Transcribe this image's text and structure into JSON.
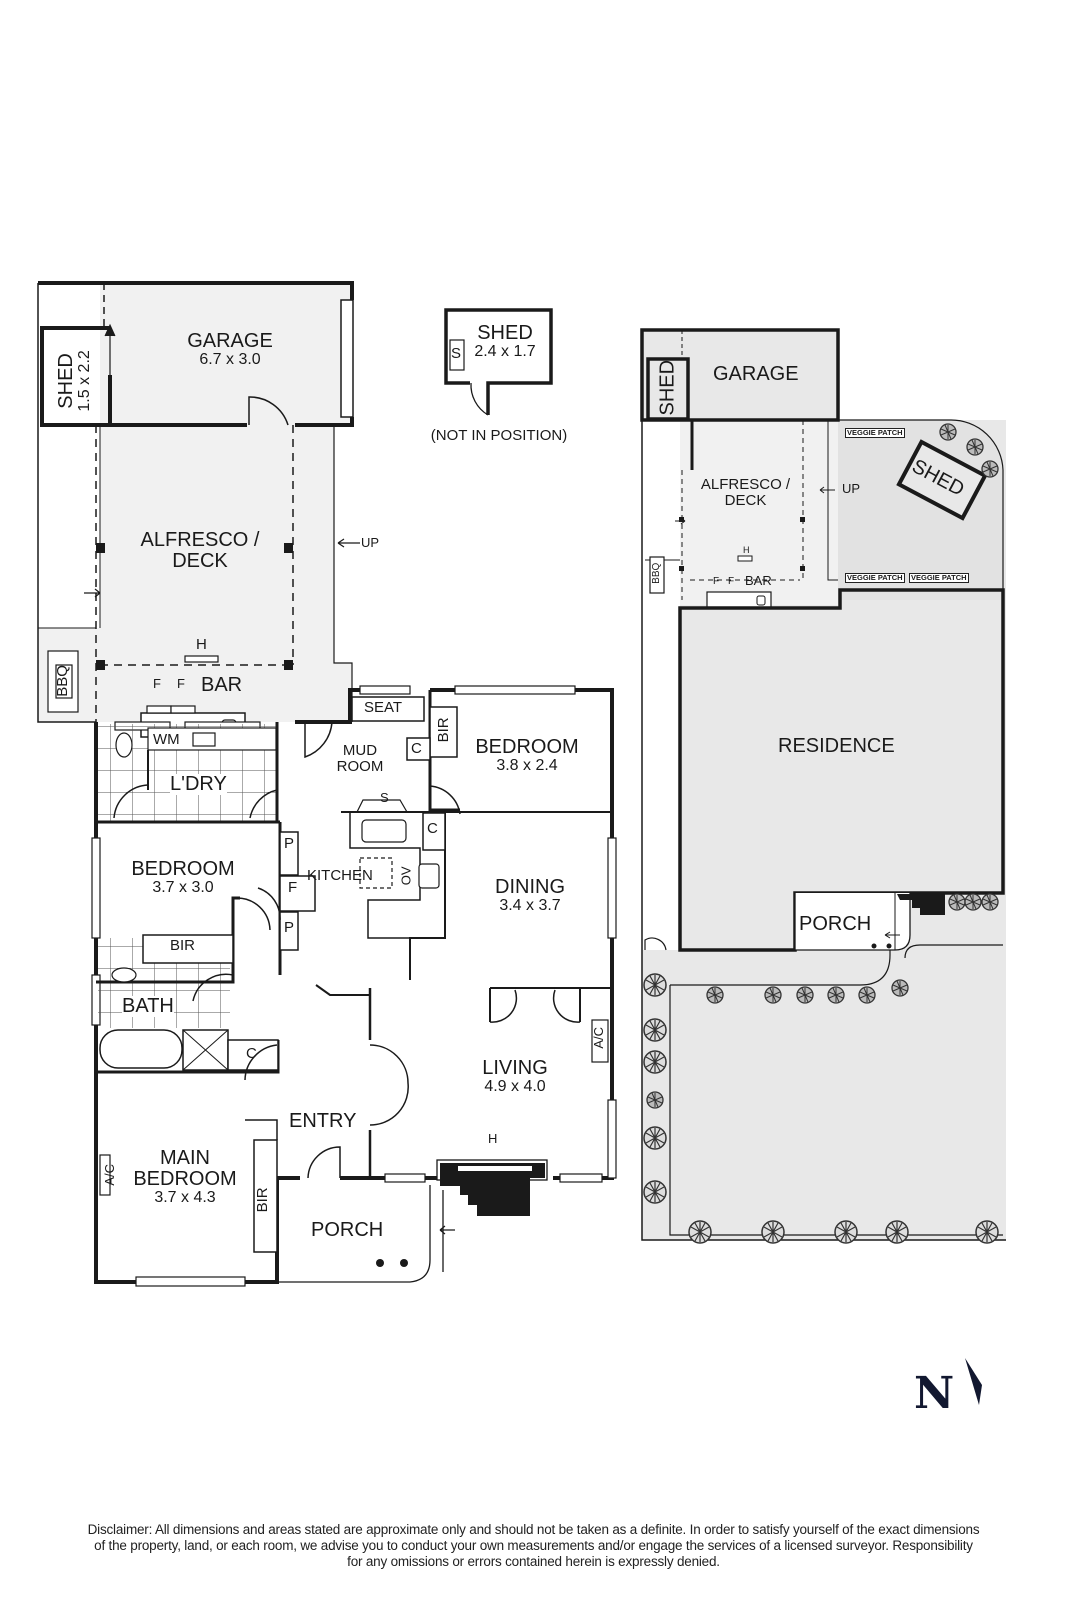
{
  "floor_plan": {
    "garage": {
      "name": "GARAGE",
      "dims": "6.7 x 3.0"
    },
    "shed_left": {
      "name": "SHED",
      "dims": "1.5 x 2.2"
    },
    "shed_detached": {
      "name": "SHED",
      "dims": "2.4 x 1.7",
      "fixture": "S",
      "note": "(NOT IN POSITION)"
    },
    "alfresco": {
      "name_line1": "ALFRESCO /",
      "name_line2": "DECK",
      "heater": "H",
      "up": "UP"
    },
    "bbq": "BBQ",
    "bar": {
      "name": "BAR",
      "fridge1": "F",
      "fridge2": "F"
    },
    "laundry": {
      "name": "L'DRY",
      "wm": "WM"
    },
    "mud_room": {
      "line1": "MUD",
      "line2": "ROOM",
      "seat": "SEAT",
      "cupboard": "C"
    },
    "bedroom_rear": {
      "name": "BEDROOM",
      "dims": "3.8 x 2.4",
      "bir": "BIR"
    },
    "kitchen": {
      "name": "KITCHEN",
      "sink": "S",
      "oven": "OV",
      "pantry1": "P",
      "fridge": "F",
      "pantry2": "P",
      "cupboard": "C"
    },
    "dining": {
      "name": "DINING",
      "dims": "3.4 x 3.7"
    },
    "bedroom_2": {
      "name": "BEDROOM",
      "dims": "3.7 x 3.0",
      "bir": "BIR"
    },
    "bath": {
      "name": "BATH",
      "cupboard": "C"
    },
    "living": {
      "name": "LIVING",
      "dims": "4.9 x 4.0",
      "ac": "A/C",
      "heater": "H"
    },
    "entry": {
      "name": "ENTRY"
    },
    "main_bedroom": {
      "line1": "MAIN",
      "line2": "BEDROOM",
      "dims": "3.7 x 4.3",
      "ac": "A/C",
      "bir": "BIR"
    },
    "porch": {
      "name": "PORCH"
    }
  },
  "site_plan": {
    "shed": "SHED",
    "garage": "GARAGE",
    "alfresco_line1": "ALFRESCO /",
    "alfresco_line2": "DECK",
    "up": "UP",
    "heater": "H",
    "bbq": "BBQ",
    "bar": "BAR",
    "fridge1": "F",
    "fridge2": "F",
    "veggie_patches": [
      "VEGGIE PATCH",
      "VEGGIE PATCH",
      "VEGGIE PATCH"
    ],
    "garden_shed": "SHED",
    "residence": "RESIDENCE",
    "porch": "PORCH"
  },
  "compass": {
    "label": "N"
  },
  "disclaimer": {
    "line1": "Disclaimer: All dimensions and areas stated are approximate only and should not be taken as a definite. In order to satisfy yourself of the exact dimensions",
    "line2": "of the property, land, or each room, we advise you to conduct your own measurements and/or engage the services of a licensed surveyor. Responsibility",
    "line3": "for any omissions or errors contained herein is expressly denied."
  },
  "colors": {
    "wall": "#1a1a1a",
    "outdoor_fill": "#efefef",
    "site_fill": "#e6e6e6",
    "compass": "#121830"
  }
}
